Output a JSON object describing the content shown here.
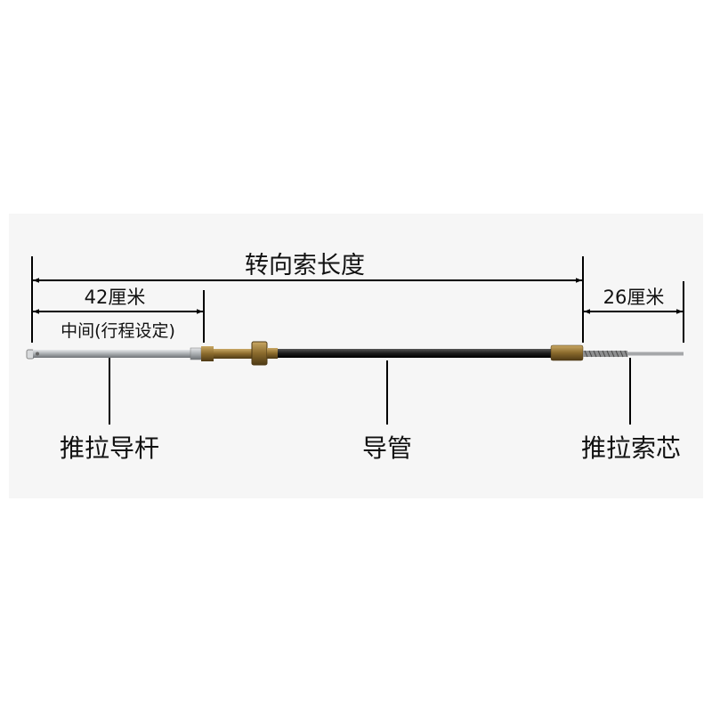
{
  "dimensions": {
    "total_length_label": "转向索长度",
    "rod_length_label": "42厘米",
    "rod_note_label": "中间(行程设定)",
    "core_extension_label": "26厘米"
  },
  "parts": {
    "rod_label": "推拉导杆",
    "conduit_label": "导管",
    "core_label": "推拉索芯"
  },
  "colors": {
    "panel": "#f6f6f6",
    "conduit": "#1c1c1c",
    "brass": "#8a6a2c",
    "steel": "#a9adb0",
    "dimension_line": "#000000"
  }
}
